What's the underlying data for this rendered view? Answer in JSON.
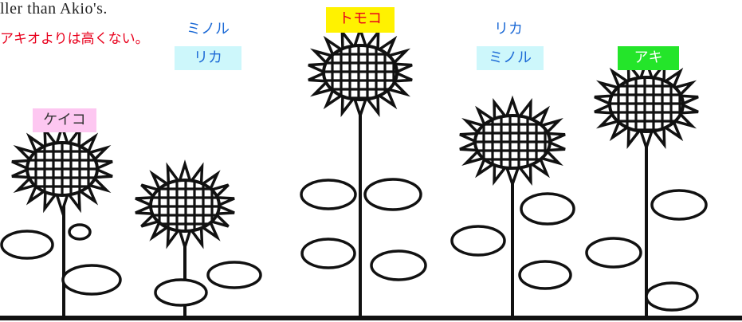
{
  "caption": {
    "english_fragment": "ller than Akio's.",
    "japanese_fragment": "アキオよりは高くない。",
    "japanese_color": "#e8001c"
  },
  "colors": {
    "blue_name": "#1e6bd6",
    "light_cyan_tag": "#cdf7fb",
    "pink_tag": "#fdc7f1",
    "yellow_tag": "#fff200",
    "green_tag": "#24e52a",
    "ink": "#111111"
  },
  "flowers": [
    {
      "id": "keiko",
      "tag": "ケイコ",
      "tag_color": "#fdc7f1",
      "tag_text_color": "#333333"
    },
    {
      "id": "flower2",
      "name_above": "ミノル",
      "tag": "リカ",
      "tag_color": "#cdf7fb",
      "tag_text_color": "#1e6bd6"
    },
    {
      "id": "tomoko",
      "tag": "トモコ",
      "tag_color": "#fff200",
      "tag_text_color": "#e8001c"
    },
    {
      "id": "flower4",
      "name_above": "リカ",
      "tag": "ミノル",
      "tag_color": "#cdf7fb",
      "tag_text_color": "#1e6bd6"
    },
    {
      "id": "aki",
      "tag": "アキ",
      "tag_color": "#24e52a",
      "tag_text_color": "#ffffff"
    }
  ]
}
